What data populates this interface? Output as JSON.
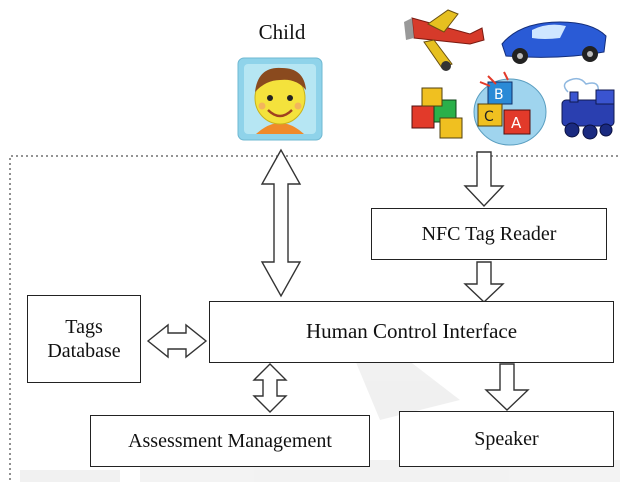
{
  "diagram": {
    "child_label": "Child",
    "nfc_reader": "NFC Tag Reader",
    "tags_database_line1": "Tags",
    "tags_database_line2": "Database",
    "hci": "Human Control Interface",
    "assessment": "Assessment Management",
    "speaker": "Speaker"
  },
  "icons": {
    "child": "child-face-icon",
    "toys": [
      "airplane-toy-icon",
      "race-car-toy-icon",
      "alphabet-blocks-icon",
      "steam-train-toy-icon"
    ]
  },
  "colors": {
    "child_bg": "#8fd3ea",
    "child_face": "#f4e23c",
    "child_hair": "#8a4a1e",
    "child_shirt": "#f08a2a",
    "plane": "#d63a2a",
    "car": "#2a5bd6",
    "train": "#2a3fb0"
  }
}
